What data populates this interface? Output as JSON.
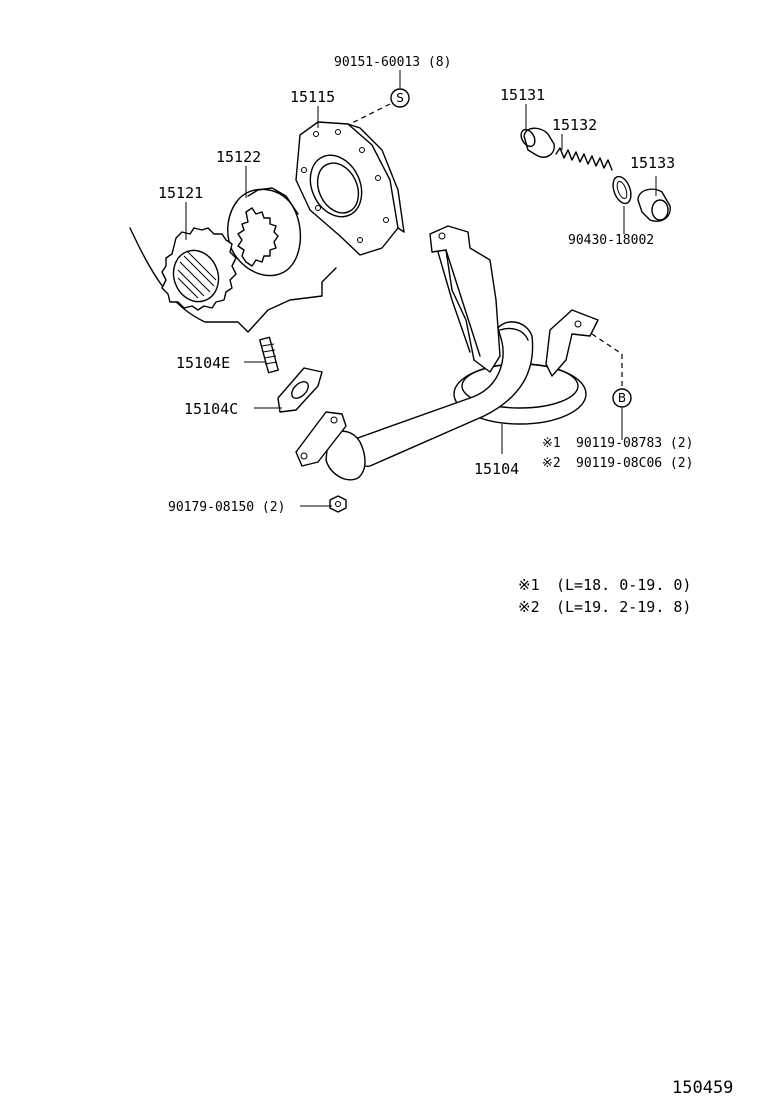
{
  "parts": {
    "p15115": "15115",
    "p90151": "90151-60013 (8)",
    "p15122": "15122",
    "p15121": "15121",
    "p15104E": "15104E",
    "p15104C": "15104C",
    "p90179": "90179-08150 (2)",
    "p15104": "15104",
    "p15131": "15131",
    "p15132": "15132",
    "p15133": "15133",
    "p90430": "90430-18002",
    "bolt1": "90119-08783 (2)",
    "bolt2": "90119-08C06 (2)"
  },
  "marks": {
    "ref1": "※1",
    "ref2": "※2",
    "circle_s": "S",
    "circle_b": "B"
  },
  "notes": {
    "note1": "(L=18. 0-19. 0)",
    "note2": "(L=19. 2-19. 8)"
  },
  "figure_id": "150459"
}
